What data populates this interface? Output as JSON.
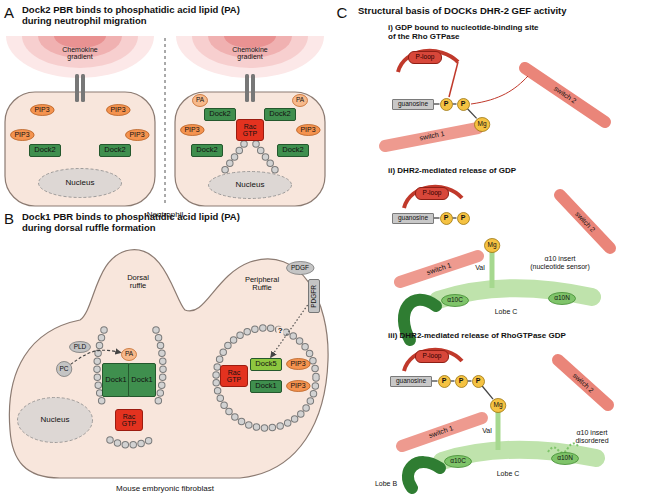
{
  "diagram": {
    "nodes": [
      {
        "text": [
          "Chemokine gradient"
        ]
      },
      {
        "text": [
          "Chemokine gradient"
        ]
      },
      {
        "text": [
          "PIP3"
        ]
      },
      {
        "text": [
          "PIP3"
        ]
      },
      {
        "text": [
          "PIP3"
        ]
      },
      {
        "text": [
          "PIP3"
        ]
      },
      {
        "text": [
          "Dock2"
        ]
      },
      {
        "text": [
          "Dock2"
        ]
      },
      {
        "text": [
          "Nucleus"
        ]
      },
      {
        "text": [
          "PA"
        ]
      },
      {
        "text": [
          "PA"
        ]
      },
      {
        "text": [
          "Dock2"
        ]
      },
      {
        "text": [
          "Dock2"
        ]
      },
      {
        "text": [
          "PIP3"
        ]
      },
      {
        "text": [
          "Rac GTP"
        ]
      },
      {
        "text": [
          "PIP3"
        ]
      },
      {
        "text": [
          "Dock2"
        ]
      },
      {
        "text": [
          "Dock2"
        ]
      },
      {
        "text": [
          "Nucleus"
        ]
      },
      {
        "text": [
          "PLD"
        ]
      },
      {
        "text": [
          "PC"
        ]
      },
      {
        "text": [
          "PA"
        ]
      },
      {
        "text": [
          "Dock1"
        ]
      },
      {
        "text": [
          "Dock1"
        ]
      },
      {
        "text": [
          "Rac GTP"
        ]
      },
      {
        "text": [
          "PDGF"
        ]
      },
      {
        "text": [
          "PDGFR"
        ]
      },
      {
        "text": [
          "Dock5"
        ]
      },
      {
        "text": [
          "PIP3"
        ]
      },
      {
        "text": [
          "Rac GTP"
        ]
      },
      {
        "text": [
          "Dock1"
        ]
      },
      {
        "text": [
          "PIP3"
        ]
      },
      {
        "text": [
          "Nucleus"
        ]
      },
      {
        "text": [
          "P-loop"
        ]
      },
      {
        "text": [
          "guanosine"
        ]
      },
      {
        "text": [
          "P"
        ]
      },
      {
        "text": [
          "P"
        ]
      },
      {
        "text": [
          "Mg"
        ]
      },
      {
        "text": [
          "P-loop"
        ]
      },
      {
        "text": [
          "guanosine"
        ]
      },
      {
        "text": [
          "P"
        ]
      },
      {
        "text": [
          "P"
        ]
      },
      {
        "text": [
          "Mg"
        ]
      },
      {
        "text": [
          "α10C"
        ]
      },
      {
        "text": [
          "α10N"
        ]
      },
      {
        "text": [
          "P-loop"
        ]
      },
      {
        "text": [
          "guanosine"
        ]
      },
      {
        "text": [
          "P"
        ]
      },
      {
        "text": [
          "P"
        ]
      },
      {
        "text": [
          "P"
        ]
      },
      {
        "text": [
          "Mg"
        ]
      },
      {
        "text": [
          "α10C"
        ]
      },
      {
        "text": [
          "α10N"
        ]
      }
    ],
    "edges": [
      {
        "from": 20,
        "to": 21,
        "arrow": "to"
      },
      {
        "from": 26,
        "to": 27,
        "arrow": "to",
        "label": "?"
      },
      {
        "from": 34,
        "to": 35,
        "arrow": "none"
      },
      {
        "from": 35,
        "to": 36,
        "arrow": "none"
      },
      {
        "from": 36,
        "to": 37,
        "arrow": "none"
      },
      {
        "from": 39,
        "to": 40,
        "arrow": "none"
      },
      {
        "from": 40,
        "to": 41,
        "arrow": "none"
      },
      {
        "from": 46,
        "to": 47,
        "arrow": "none"
      },
      {
        "from": 47,
        "to": 48,
        "arrow": "none"
      },
      {
        "from": 48,
        "to": 49,
        "arrow": "none"
      },
      {
        "from": 49,
        "to": 50,
        "arrow": "none"
      }
    ],
    "labels": [
      "A",
      "Dock2 PBR binds to phosphatidic acid lipid (PA) during neutrophil migration",
      "Neutrophil",
      "B",
      "Dock1 PBR binds to phosphatidic acid lipid (PA) during dorsal ruffle formation",
      "Dorsal ruffle",
      "Peripheral Ruffle",
      "Mouse embryonic fibroblast",
      "C",
      "Structural basis of DOCKs DHR-2 GEF activity",
      "i) GDP bound to nucleotide-binding site of the Rho GTPase",
      "switch 2",
      "switch 1",
      "ii) DHR2-mediated release of GDP",
      "switch 2",
      "Val",
      "α10 insert (nucleotide sensor)",
      "switch 1",
      "Lobe C",
      "iii) DHR2-mediated release of RhoGTPase GDP",
      "switch 2",
      "Val",
      "α10 insert disordered",
      "switch 1",
      "Lobe C",
      "Lobe B"
    ]
  }
}
